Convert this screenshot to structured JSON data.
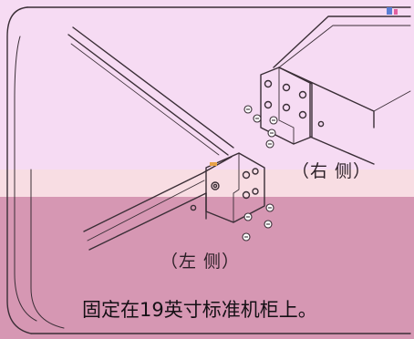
{
  "labels": {
    "right_side": "（右 侧）",
    "left_side": "（左 侧）"
  },
  "caption": "固定在19英寸标准机柜上。",
  "colors": {
    "top_band": "#f6dbf3",
    "bottom_band": "#d697b3",
    "line": "#3a2e36"
  },
  "icons": [
    "rack-mount-bracket-illustration",
    "screw-icon"
  ]
}
